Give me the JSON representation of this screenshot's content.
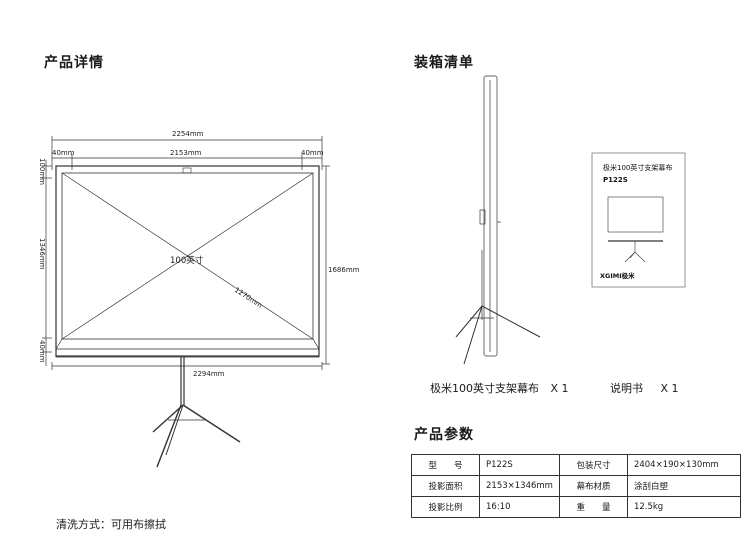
{
  "sections": {
    "details_title": "产品详情",
    "packing_title": "装箱清单",
    "params_title": "产品参数"
  },
  "diagram": {
    "total_width": "2254mm",
    "left_margin": "40mm",
    "screen_width": "2153mm",
    "right_margin": "40mm",
    "top_margin": "100mm",
    "screen_height": "1346mm",
    "bottom_margin": "40mm",
    "total_height": "1686mm",
    "diagonal_inch": "100英寸",
    "diagonal_mm": "1270mm",
    "base_width": "2294mm"
  },
  "box_card": {
    "title": "极米100英寸支架幕布",
    "model": "P122S",
    "brand": "XGIMI极米"
  },
  "packing_items": [
    {
      "name": "极米100英寸支架幕布",
      "qty": "X 1"
    },
    {
      "name": "说明书",
      "qty": "X 1"
    }
  ],
  "specs": [
    {
      "label1": "型　　号",
      "value1": "P122S",
      "label2": "包装尺寸",
      "value2": "2404×190×130mm"
    },
    {
      "label1": "投影面积",
      "value1": "2153×1346mm",
      "label2": "幕布材质",
      "value2": "涂刮白塑"
    },
    {
      "label1": "投影比例",
      "value1": "16:10",
      "label2": "重　　量",
      "value2": "12.5kg"
    }
  ],
  "cleaning_note": "清洗方式：可用布擦拭"
}
